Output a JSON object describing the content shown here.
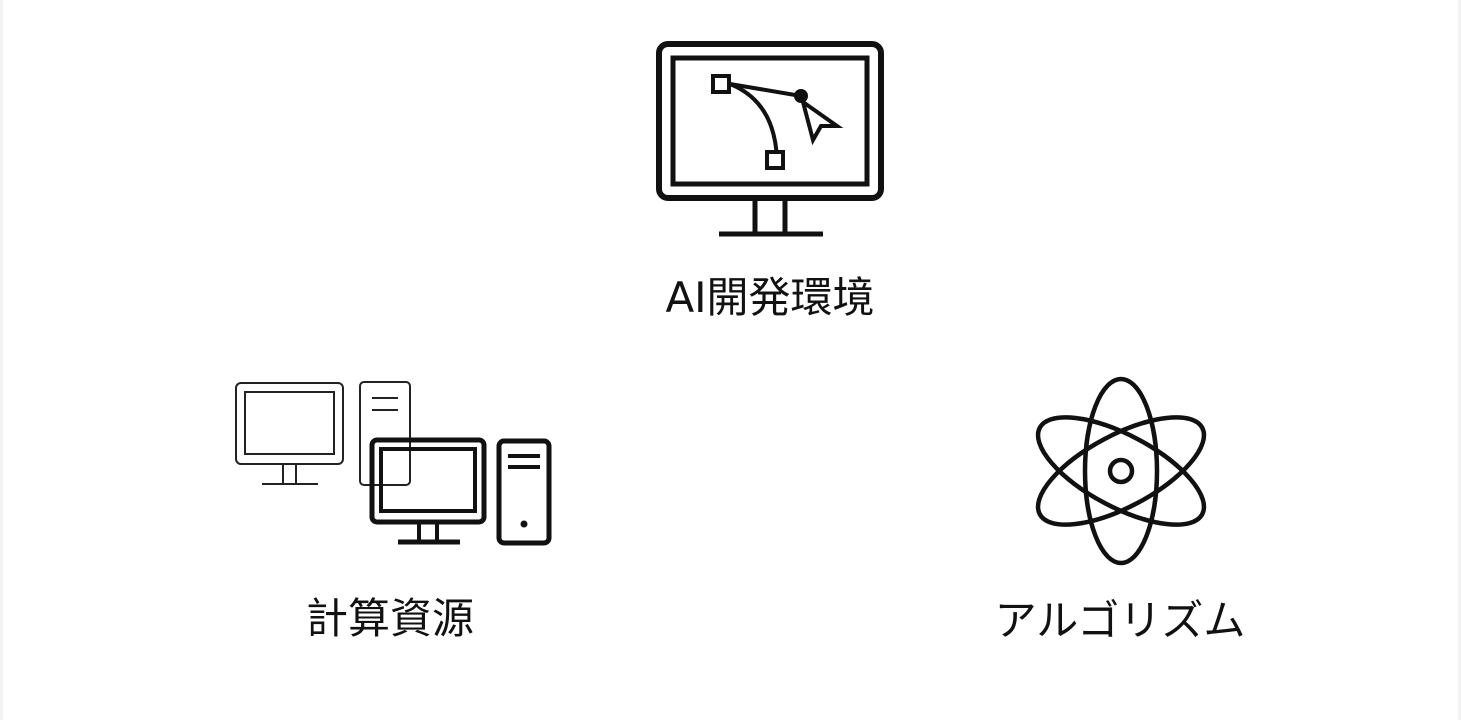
{
  "nodes": {
    "ai_environment": {
      "label": "AI開発環境",
      "icon": "design-monitor-icon"
    },
    "compute_resources": {
      "label": "計算資源",
      "icon": "computers-icon"
    },
    "algorithm": {
      "label": "アルゴリズム",
      "icon": "atom-icon"
    }
  },
  "colors": {
    "stroke": "#111111",
    "background": "#ffffff"
  }
}
